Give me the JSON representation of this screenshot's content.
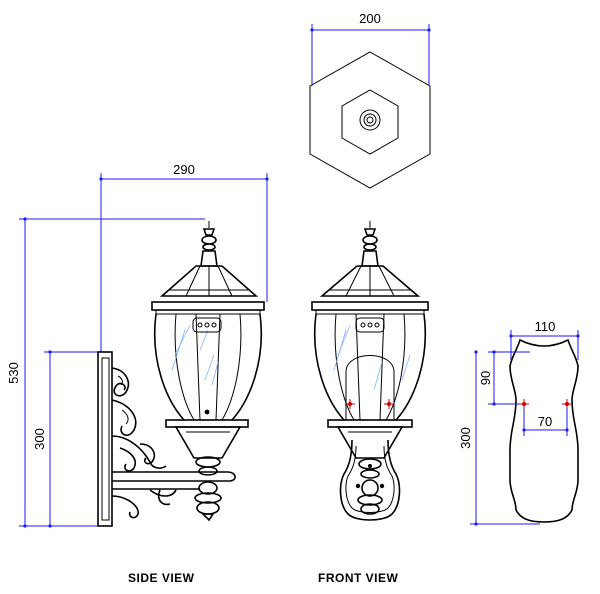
{
  "views": {
    "side": "SIDE  VIEW",
    "front": "FRONT  VIEW"
  },
  "dimensions": {
    "top_width": "200",
    "side_width": "290",
    "total_height": "530",
    "bracket_height": "300",
    "plate_width": "110",
    "plate_upper_offset": "90",
    "hole_spacing": "70",
    "plate_height": "300"
  },
  "colors": {
    "dimension_lines": "#1a1aff",
    "outline": "#000000",
    "glass": "#7fb3ff",
    "mount_points": "#cc0000"
  }
}
